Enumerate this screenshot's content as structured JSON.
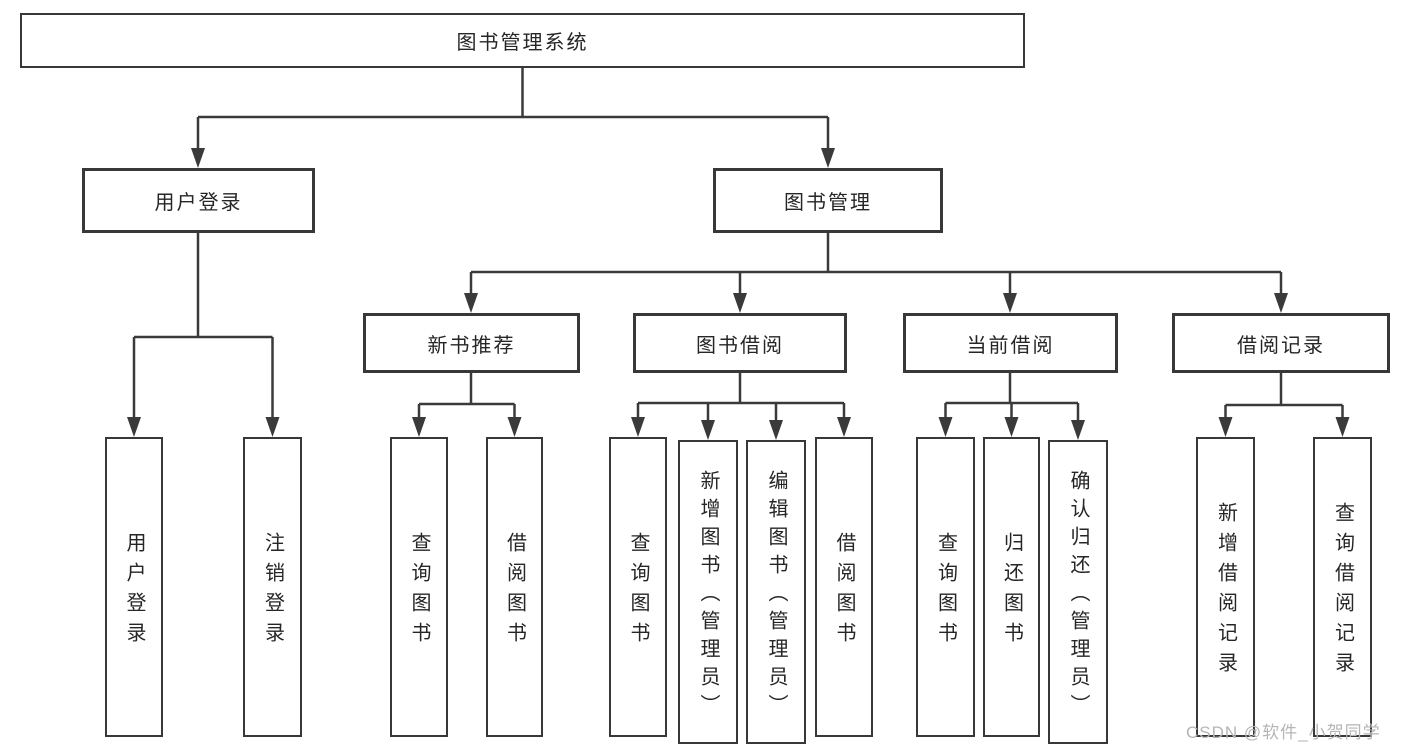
{
  "diagram": {
    "root": "图书管理系统",
    "level2": {
      "user_login": "用户登录",
      "book_management": "图书管理"
    },
    "level3": {
      "new_books": "新书推荐",
      "book_borrowing": "图书借阅",
      "current_borrowing": "当前借阅",
      "borrowing_records": "借阅记录"
    },
    "leaves": {
      "user_login": [
        "用户登录",
        "注销登录"
      ],
      "new_books": [
        "查询图书",
        "借阅图书"
      ],
      "book_borrowing": [
        "查询图书",
        "新增图书（管理员）",
        "编辑图书（管理员）",
        "借阅图书"
      ],
      "current_borrowing": [
        "查询图书",
        "归还图书",
        "确认归还（管理员）"
      ],
      "borrowing_records": [
        "新增借阅记录",
        "查询借阅记录"
      ]
    }
  },
  "watermark": "CSDN @软件_小贺同学",
  "colors": {
    "line": "#3a3a3a",
    "text": "#262626",
    "border": "#383838",
    "watermark": "#b5b5b5",
    "background": "#ffffff"
  }
}
